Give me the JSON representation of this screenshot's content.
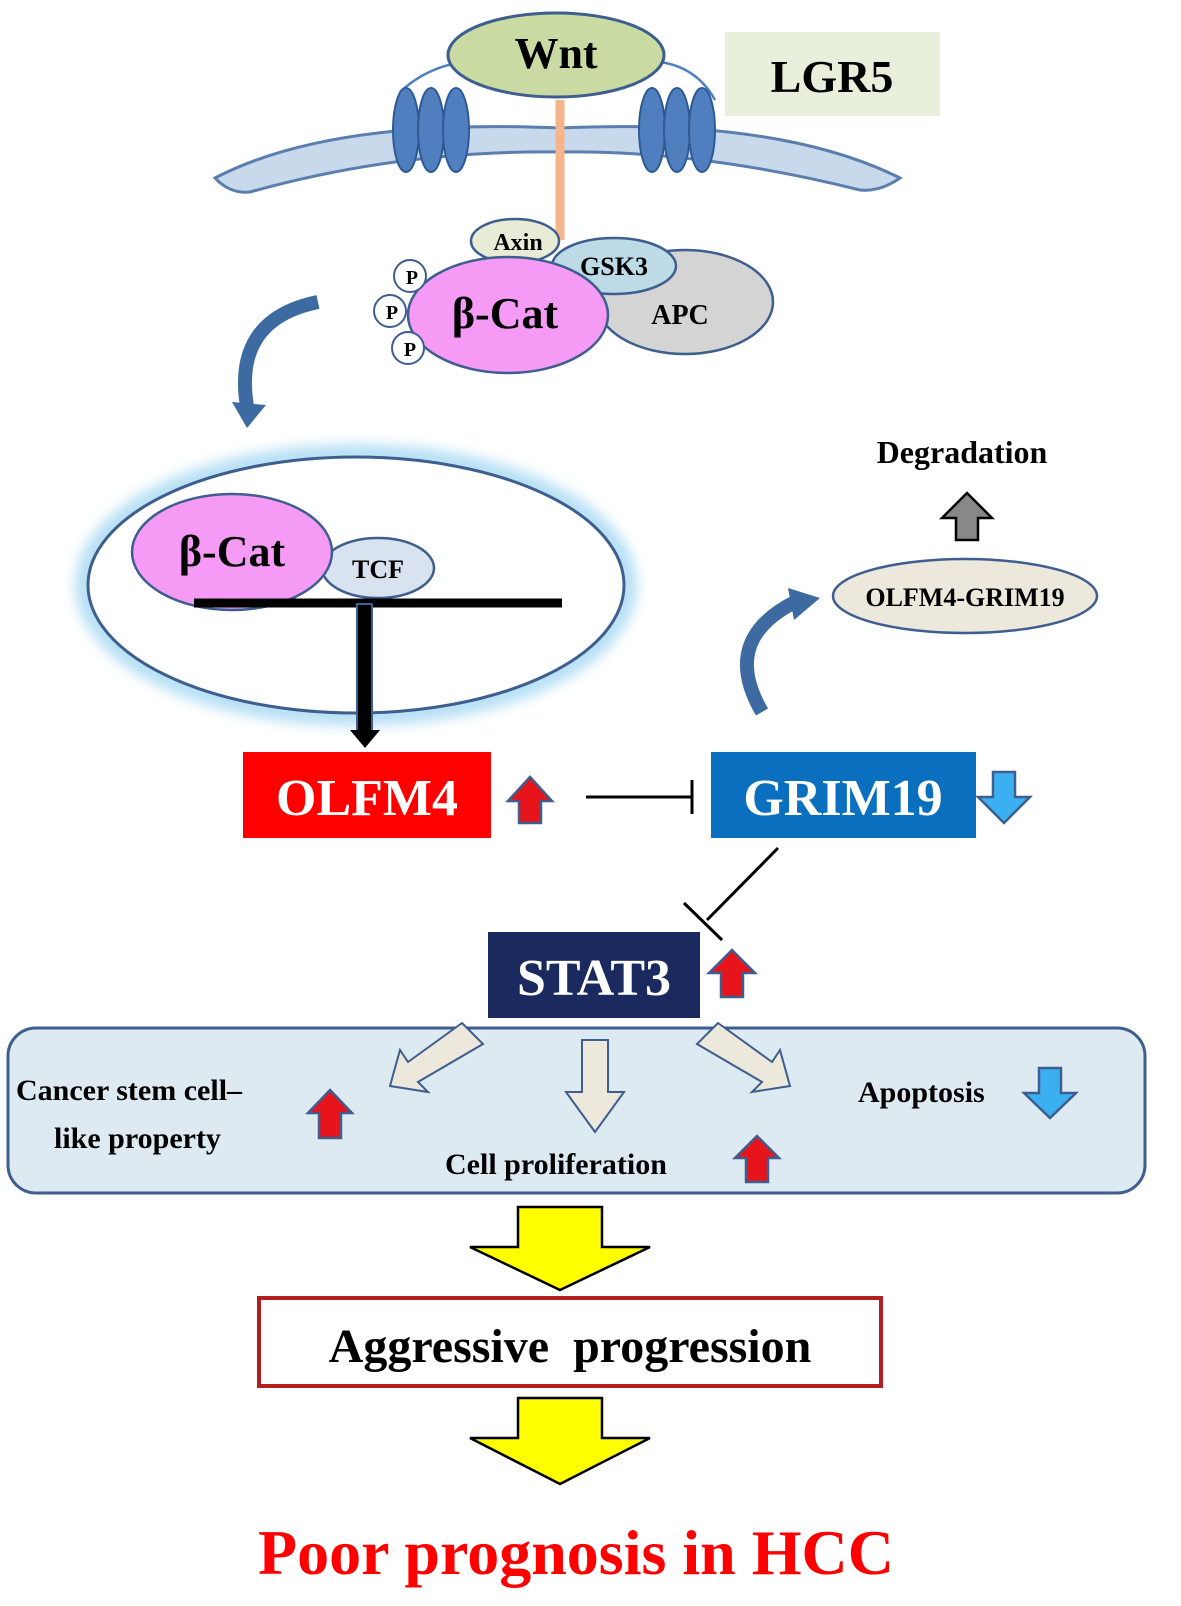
{
  "labels": {
    "wnt": "Wnt",
    "lgr5": "LGR5",
    "axin": "Axin",
    "gsk3": "GSK3",
    "apc": "APC",
    "bcat_top": "β-Cat",
    "p1": "P",
    "p2": "P",
    "p3": "P",
    "bcat_nucleus": "β-Cat",
    "tcf": "TCF",
    "degradation": "Degradation",
    "complex": "OLFM4-GRIM19",
    "olfm4": "OLFM4",
    "grim19": "GRIM19",
    "stat3": "STAT3",
    "csc_line1": "Cancer stem cell–",
    "csc_line2": "like property",
    "proliferation": "Cell proliferation",
    "apoptosis": "Apoptosis",
    "aggressive": "Aggressive  progression",
    "prognosis": "Poor prognosis in HCC"
  },
  "colors": {
    "membrane": "#c9d9ec",
    "membrane_stroke": "#5a7fae",
    "receptor": "#4f7fbf",
    "wnt_fill": "#c9dba2",
    "lgr5_bg": "#e8f0dc",
    "bcat_fill": "#f59bf5",
    "olfm4_box": "#ff0000",
    "grim19_box": "#0b6fc0",
    "stat3_box": "#1a2a5e",
    "up_arrow": "#e8141c",
    "down_arrow": "#3ab0f0",
    "yellow_arrow": "#ffff00",
    "effect_panel": "#ddeaf2",
    "aggressive_border": "#b02020",
    "prognosis_text": "#ff0000"
  }
}
